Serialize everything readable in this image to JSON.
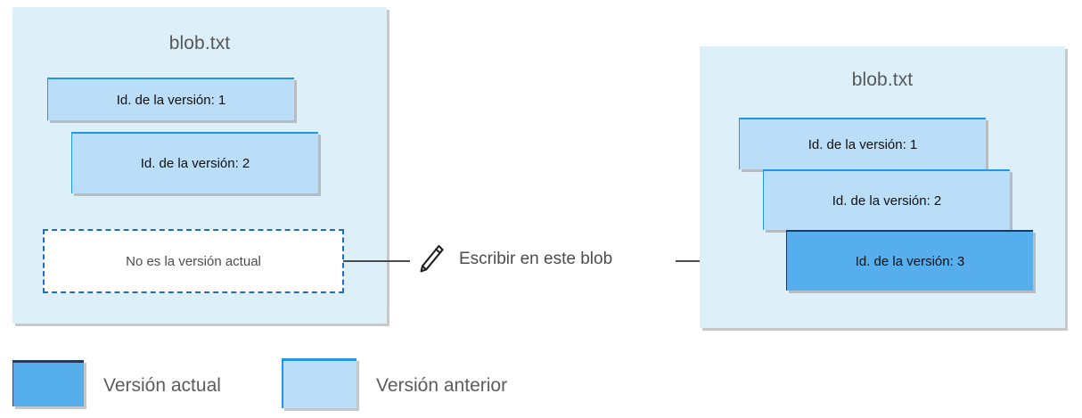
{
  "diagram": {
    "left_panel": {
      "title": "blob.txt",
      "cards": [
        {
          "label": "Id. de la versión: 1",
          "state": "previous"
        },
        {
          "label": "Id. de la versión: 2",
          "state": "previous"
        }
      ],
      "note_box": {
        "label": "No es la versión actual"
      }
    },
    "middle": {
      "icon": "pencil-icon",
      "caption": "Escribir en este blob"
    },
    "right_panel": {
      "title": "blob.txt",
      "cards": [
        {
          "label": "Id. de la versión: 1",
          "state": "previous"
        },
        {
          "label": "Id. de la versión: 2",
          "state": "previous"
        },
        {
          "label": "Id. de la versión: 3",
          "state": "current"
        }
      ]
    },
    "legend": {
      "items": [
        {
          "label": "Versión actual",
          "state": "current",
          "color": "#56aeec"
        },
        {
          "label": "Versión anterior",
          "state": "previous",
          "color": "#bbdef8"
        }
      ]
    },
    "colors": {
      "panel_background": "#ddf0fa",
      "current_version": "#56aeec",
      "previous_version": "#bbdef8",
      "card_border": "#2196e8",
      "dashed_border": "#1a6fc4",
      "connector": "#4a4d50",
      "text": "#4a4c4e"
    }
  }
}
